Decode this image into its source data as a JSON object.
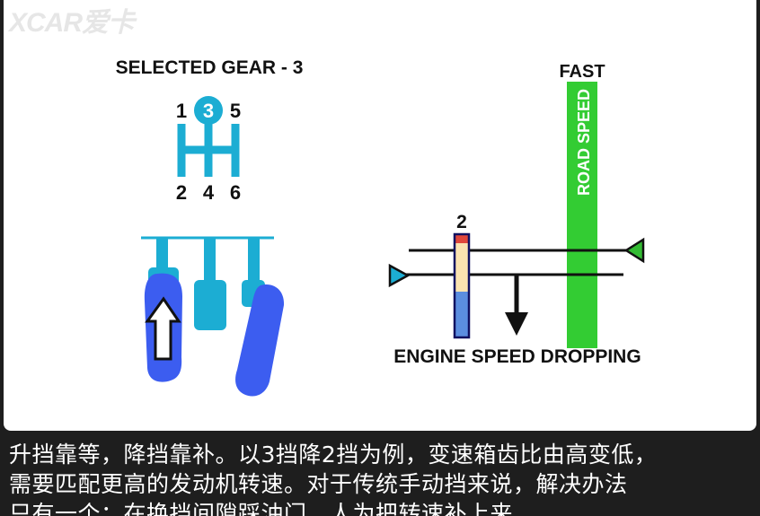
{
  "watermark": "XCAR爱卡",
  "gearbox": {
    "title": "SELECTED GEAR - 3",
    "top_gears": [
      "1",
      "3",
      "5"
    ],
    "bottom_gears": [
      "2",
      "4",
      "6"
    ],
    "selected": "3"
  },
  "engine": {
    "road_speed_label": "ROAD SPEED",
    "fast_label": "FAST",
    "tacho_gear": "2",
    "status": "ENGINE SPEED DROPPING"
  },
  "colors": {
    "accent_cyan": "#1cadd3",
    "pedal_blue": "#3c5df0",
    "road_green": "#33cc33"
  },
  "caption": {
    "lines": [
      "升挡靠等，降挡靠补。以3挡降2挡为例，变速箱齿比由高变低，",
      "需要匹配更高的发动机转速。对于传统手动挡来说，解决办法",
      "只有一个：在换挡间隙踩油门，人为把转速补上来。"
    ]
  }
}
